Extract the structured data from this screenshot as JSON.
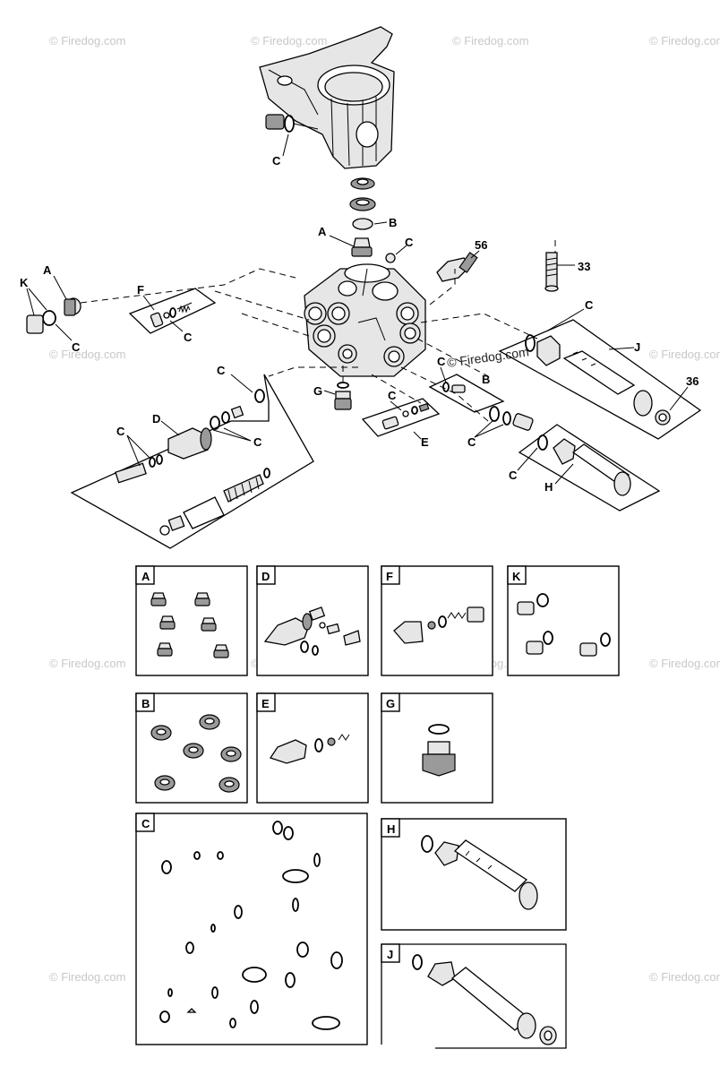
{
  "watermark": "© Firedog.com",
  "watermark_center": "© Firedog.com",
  "callouts": {
    "c_top": "C",
    "b": "B",
    "a_center": "A",
    "c_center": "C",
    "n56": "56",
    "n33": "33",
    "a_left": "A",
    "k_left": "K",
    "c_left": "C",
    "f": "F",
    "c_f": "C",
    "c_j": "C",
    "j": "J",
    "n36": "36",
    "c_right": "C",
    "b_right": "B",
    "g": "G",
    "c_e": "C",
    "e": "E",
    "c_d_top": "C",
    "d": "D",
    "c_d_mid": "C",
    "c_d_left": "C",
    "c_h_top": "C",
    "c_h": "C",
    "h": "H"
  },
  "kits": {
    "A": "A",
    "D": "D",
    "F": "F",
    "K": "K",
    "B": "B",
    "E": "E",
    "G": "G",
    "C": "C",
    "H": "H",
    "J": "J"
  },
  "icons": [
    "pump-manifold-part",
    "crankcase-part",
    "seal-ring-part",
    "o-ring-part",
    "bolt-part",
    "valve-part",
    "plug-part",
    "unloader-part",
    "hose-fitting-part"
  ]
}
